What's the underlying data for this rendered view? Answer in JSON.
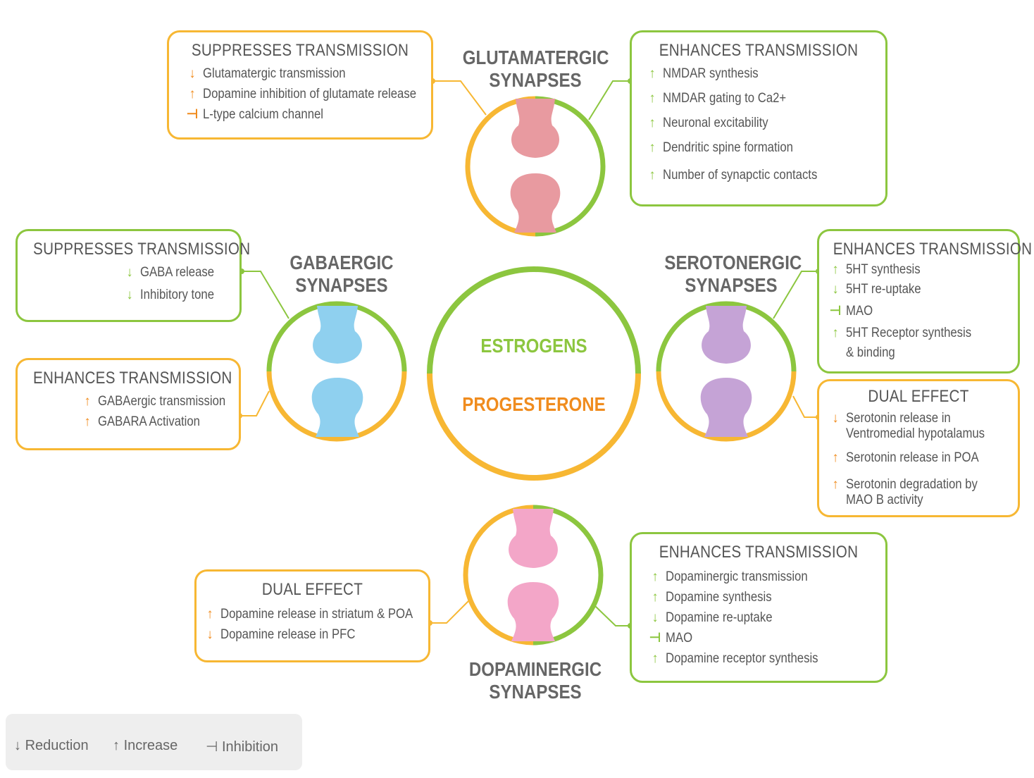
{
  "center": {
    "estrogens": "ESTROGENS",
    "progesterone": "PROGESTERONE"
  },
  "colors": {
    "estrogen_green": "#8cc63f",
    "progesterone_orange": "#f7b733",
    "orange_text": "#f08c1e",
    "glutamatergic": "#e89aa0",
    "gabaergic": "#8fd0ef",
    "serotonergic": "#c5a3d6",
    "dopaminergic": "#f3a6c8"
  },
  "synapses": {
    "glutamatergic": {
      "line1": "GLUTAMATERGIC",
      "line2": "SYNAPSES"
    },
    "gabaergic": {
      "line1": "GABAERGIC",
      "line2": "SYNAPSES"
    },
    "serotonergic": {
      "line1": "SEROTONERGIC",
      "line2": "SYNAPSES"
    },
    "dopaminergic": {
      "line1": "DOPAMINERGIC",
      "line2": "SYNAPSES"
    }
  },
  "boxes": {
    "glut_suppress": {
      "title": "SUPPRESSES TRANSMISSION",
      "items": [
        {
          "sym": "↓",
          "text": "Glutamatergic transmission"
        },
        {
          "sym": "↑",
          "text": "Dopamine inhibition of glutamate release"
        },
        {
          "sym": "⊣",
          "text": "L-type calcium channel"
        }
      ]
    },
    "glut_enhance": {
      "title": "ENHANCES TRANSMISSION",
      "items": [
        {
          "sym": "↑",
          "text": "NMDAR synthesis"
        },
        {
          "sym": "↑",
          "text": "NMDAR gating to Ca2+"
        },
        {
          "sym": "↑",
          "text": "Neuronal excitability"
        },
        {
          "sym": "↑",
          "text": "Dendritic spine formation"
        },
        {
          "sym": "↑",
          "text": "Number of synapctic contacts"
        }
      ]
    },
    "gaba_suppress": {
      "title": "SUPPRESSES TRANSMISSION",
      "items": [
        {
          "sym": "↓",
          "text": "GABA release"
        },
        {
          "sym": "↓",
          "text": "Inhibitory tone"
        }
      ]
    },
    "gaba_enhance": {
      "title": "ENHANCES TRANSMISSION",
      "items": [
        {
          "sym": "↑",
          "text": "GABAergic transmission"
        },
        {
          "sym": "↑",
          "text": "GABARA Activation"
        }
      ]
    },
    "sero_enhance": {
      "title": "ENHANCES TRANSMISSION",
      "items": [
        {
          "sym": "↑",
          "text": "5HT synthesis"
        },
        {
          "sym": "↓",
          "text": "5HT re-uptake"
        },
        {
          "sym": "⊣",
          "text": "MAO"
        },
        {
          "sym": "↑",
          "text": "5HT Receptor synthesis"
        },
        {
          "sym": "",
          "text": "& binding"
        }
      ]
    },
    "sero_dual": {
      "title": "DUAL EFFECT",
      "items": [
        {
          "sym": "↓",
          "text": "Serotonin release in"
        },
        {
          "sym": "",
          "text": "Ventromedial hypotalamus"
        },
        {
          "sym": "↑",
          "text": "Serotonin release in POA"
        },
        {
          "sym": "↑",
          "text": "Serotonin degradation by"
        },
        {
          "sym": "",
          "text": "MAO B activity"
        }
      ]
    },
    "dopa_dual": {
      "title": "DUAL EFFECT",
      "items": [
        {
          "sym": "↑",
          "text": "Dopamine release in striatum & POA"
        },
        {
          "sym": "↓",
          "text": "Dopamine release in PFC"
        }
      ]
    },
    "dopa_enhance": {
      "title": "ENHANCES TRANSMISSION",
      "items": [
        {
          "sym": "↑",
          "text": "Dopaminergic transmission"
        },
        {
          "sym": "↑",
          "text": "Dopamine synthesis"
        },
        {
          "sym": "↓",
          "text": "Dopamine re-uptake"
        },
        {
          "sym": "⊣",
          "text": "MAO"
        },
        {
          "sym": "↑",
          "text": "Dopamine receptor synthesis"
        }
      ]
    }
  },
  "legend": {
    "reduction_sym": "↓",
    "reduction": "Reduction",
    "increase_sym": "↑",
    "increase": "Increase",
    "inhibition_sym": "⊣",
    "inhibition": "Inhibition"
  }
}
